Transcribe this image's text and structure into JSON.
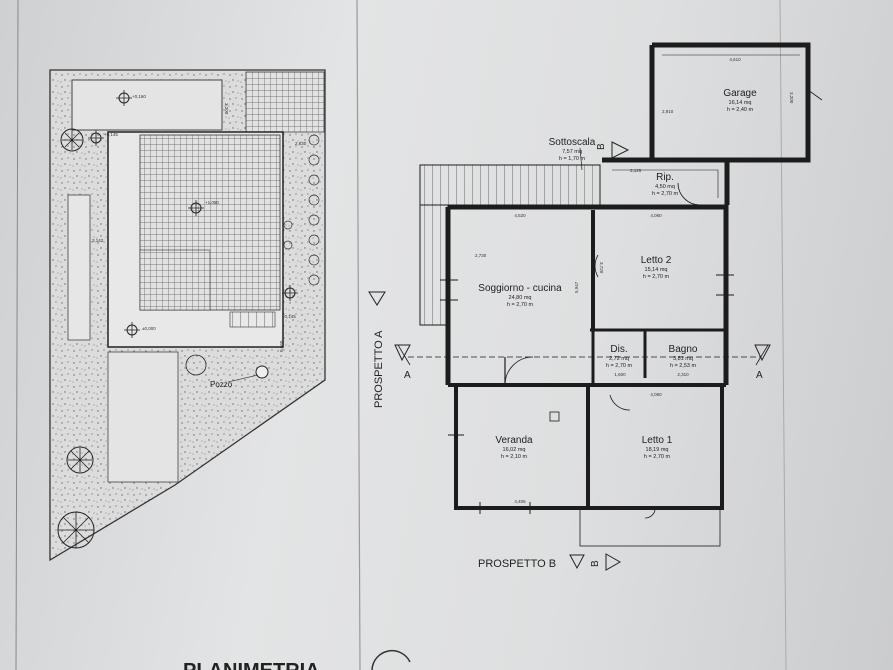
{
  "site_plan": {
    "labels": {
      "pozzo": "Pozzo"
    },
    "elevations": [
      "+0,160",
      "+0,145",
      "+1,050",
      "±0,000",
      "-0,145"
    ],
    "dims": [
      "2,630",
      "3,142",
      "3,200",
      "0,560"
    ]
  },
  "floor_plan": {
    "rooms": {
      "garage": {
        "name": "Garage",
        "area": "16,14 mq",
        "height": "h = 2,40 m"
      },
      "sottoscala": {
        "name": "Sottoscala",
        "area": "7,57 mq",
        "height": "h = 1,70 m"
      },
      "ripostiglio": {
        "name": "Rip.",
        "area": "4,50 mq",
        "height": "h = 2,70 m"
      },
      "soggiorno": {
        "name": "Soggiorno - cucina",
        "area": "24,80 mq",
        "height": "h = 2,70 m"
      },
      "letto2": {
        "name": "Letto 2",
        "area": "15,14 mq",
        "height": "h = 2,70 m"
      },
      "disimpegno": {
        "name": "Dis.",
        "area": "2,72 mq",
        "height": "h = 2,70 m"
      },
      "bagno": {
        "name": "Bagno",
        "area": "3,81 mq",
        "height": "h = 2,53 m"
      },
      "veranda": {
        "name": "Veranda",
        "area": "16,02 mq",
        "height": "h = 2,10 m"
      },
      "letto1": {
        "name": "Letto 1",
        "area": "18,19 mq",
        "height": "h = 2,70 m"
      }
    },
    "sections": {
      "prospetto_a": "PROSPETTO A",
      "prospetto_b": "PROSPETTO B",
      "mark_a": "A",
      "mark_b": "B"
    },
    "dims": {
      "garage_w": "4,610",
      "garage_h": "3,200",
      "garage_side": "2,910",
      "soggiorno_w": "4,520",
      "soggiorno_h": "5,947",
      "letto2_w": "4,060",
      "veranda_w": "4,405",
      "letto1_w": "4,060",
      "rip_w": "3,125",
      "dis_w": "1,600",
      "bagno_w": "2,310",
      "stair_w": "2,730",
      "letto2_h": "3,720"
    }
  },
  "sheet_title": "PLANIMETRIA"
}
